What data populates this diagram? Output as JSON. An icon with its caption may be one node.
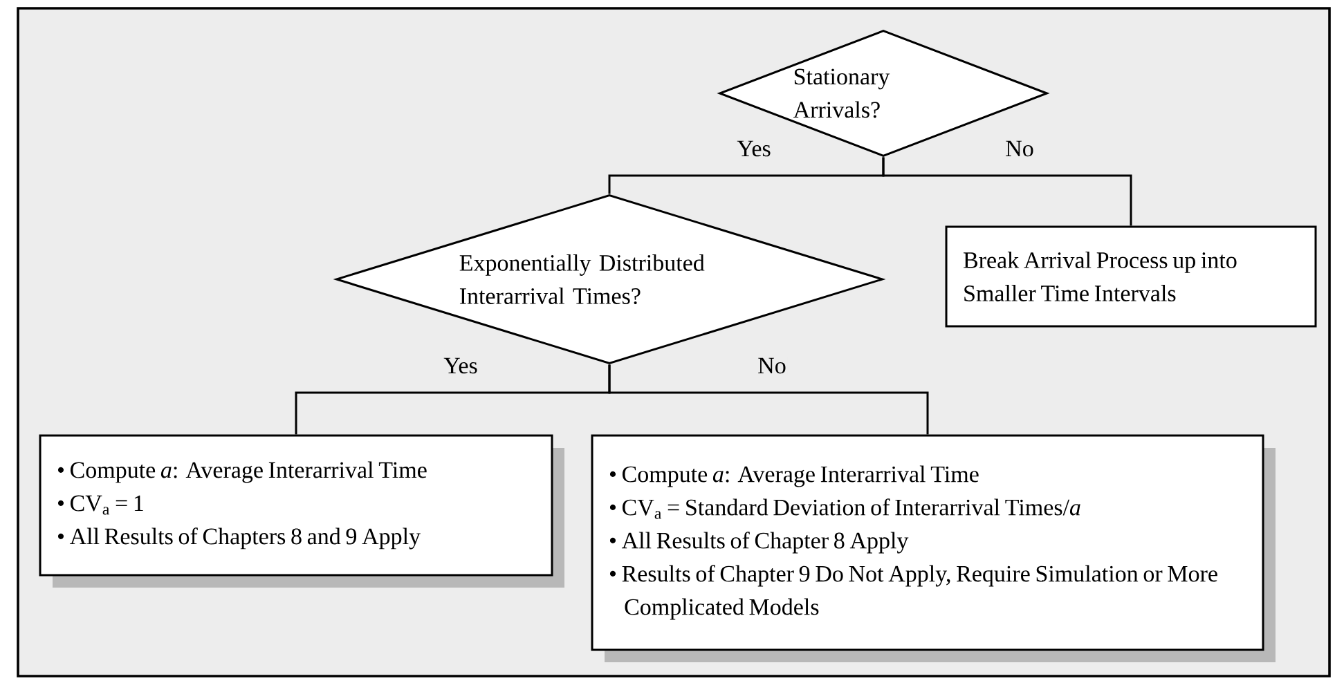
{
  "diagram": {
    "nodes": [
      {
        "text": [
          "Stationary Arrivals?"
        ]
      },
      {
        "text": [
          "Exponentially Distributed Interarrival Times?"
        ]
      },
      {
        "text": [
          "Break Arrival Process up into Smaller Time Intervals"
        ]
      },
      {
        "text": [
          "• Compute *a*: Average Interarrival Time",
          "• CV$_{a}$ = 1",
          "• All Results of Chapters 8 and 9 Apply"
        ]
      },
      {
        "text": [
          "• Compute *a*: Average Interarrival Time",
          "• CV$_{a}$ = Standard Deviation of Interarrival Times/*a*",
          "• All Results of Chapter 8 Apply",
          "• Results of Chapter 9 Do Not Apply, Require Simulation or More Complicated Models"
        ]
      }
    ],
    "edges": [
      {
        "from": 0,
        "to": 1,
        "arrow": "none",
        "label": "Yes"
      },
      {
        "from": 0,
        "to": 2,
        "arrow": "none",
        "label": "No"
      },
      {
        "from": 1,
        "to": 3,
        "arrow": "none",
        "label": "Yes"
      },
      {
        "from": 1,
        "to": 4,
        "arrow": "none",
        "label": "No"
      }
    ]
  }
}
